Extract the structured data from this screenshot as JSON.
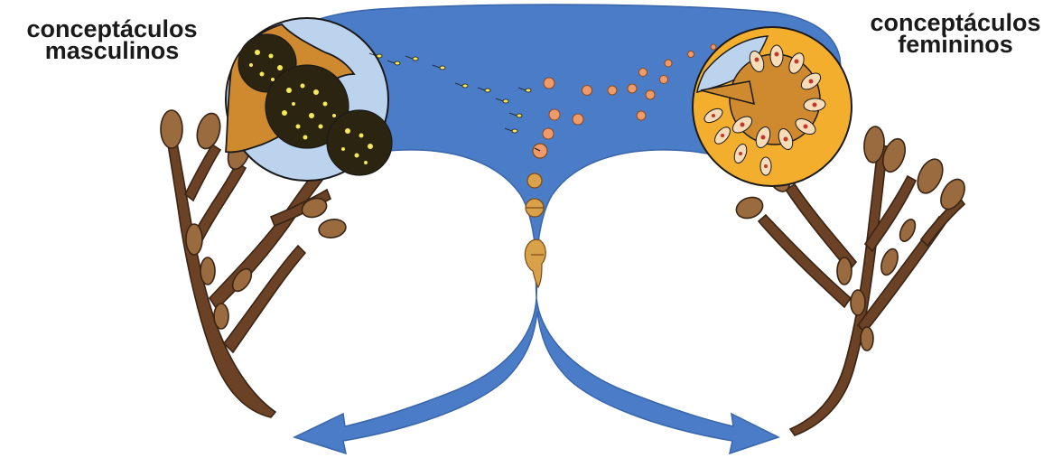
{
  "labels": {
    "male": {
      "line1": "conceptáculos",
      "line2": "masculinos"
    },
    "female": {
      "line1": "conceptáculos",
      "line2": "femininos"
    }
  },
  "colors": {
    "water_blue": "#4a7cc7",
    "light_blue": "#bcd3ee",
    "receptacle_orange": "#cf8a30",
    "female_bright_orange": "#f3ae2e",
    "thallus_brown": "#6b4226",
    "receptacle_tan": "#9a6b3e",
    "egg_peach": "#ee9a6a",
    "sperm_yellow": "#f5e85a",
    "ink": "#1a1a1a"
  }
}
